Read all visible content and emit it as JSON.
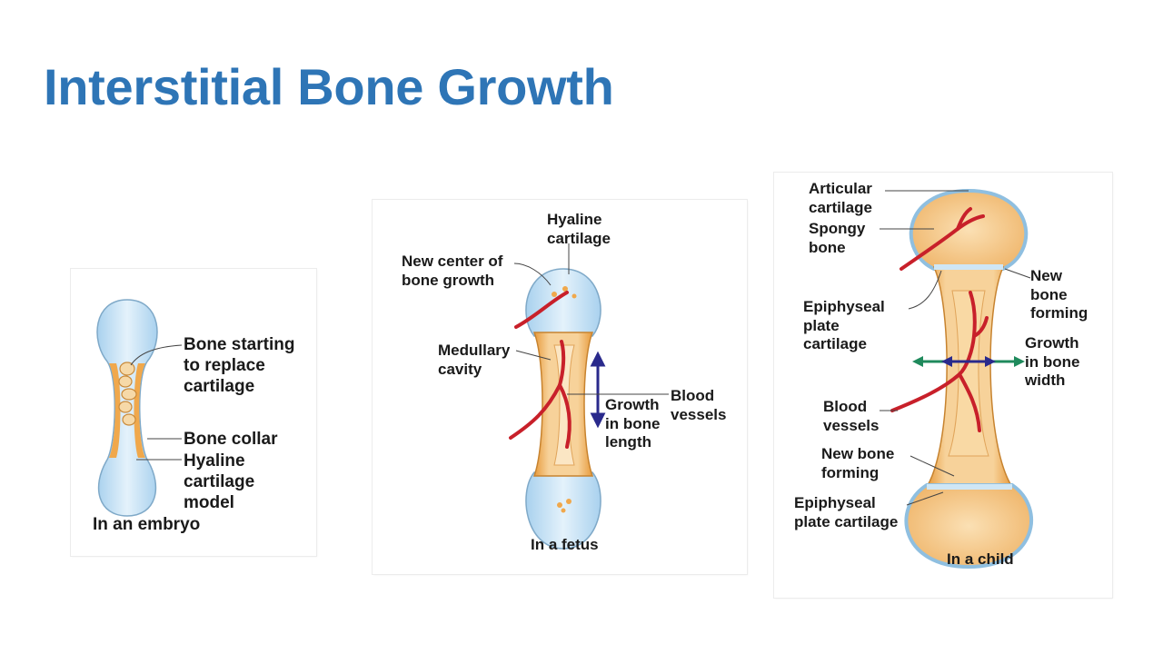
{
  "slide": {
    "title": "Interstitial Bone Growth"
  },
  "panels": {
    "embryo": {
      "caption": "In an embryo",
      "labels": {
        "bone_starting": "Bone starting\nto replace\ncartilage",
        "bone_collar": "Bone collar",
        "hyaline_model": "Hyaline\ncartilage\nmodel"
      }
    },
    "fetus": {
      "caption": "In a fetus",
      "labels": {
        "hyaline": "Hyaline\ncartilage",
        "new_center": "New center of\nbone growth",
        "medullary": "Medullary\ncavity",
        "growth_length": "Growth\nin bone\nlength",
        "blood_vessels": "Blood\nvessels"
      }
    },
    "child": {
      "caption": "In a child",
      "labels": {
        "articular": "Articular\ncartilage",
        "spongy": "Spongy\nbone",
        "new_bone_top": "New\nbone\nforming",
        "epiphyseal_top": "Epiphyseal\nplate\ncartilage",
        "growth_width": "Growth\nin bone\nwidth",
        "blood_vessels": "Blood\nvessels",
        "new_bone_bottom": "New bone\nforming",
        "epiphyseal_bottom": "Epiphyseal\nplate cartilage"
      }
    }
  },
  "colors": {
    "title": "#2e75b6",
    "cartilage": "#cfe6f5",
    "bone": "#f3b560",
    "vessel": "#c8202a",
    "arrow_length": "#2a2a8c",
    "arrow_width": "#1f8a5c"
  }
}
